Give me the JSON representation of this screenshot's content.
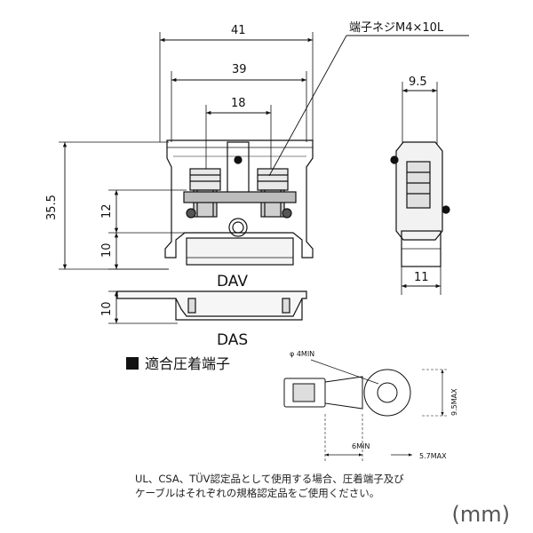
{
  "dimensions": {
    "width_outer": "41",
    "width_inner": "39",
    "pitch": "18",
    "height_total": "35.5",
    "height_12": "12",
    "height_10": "10",
    "side_width_top": "9.5",
    "side_width_bottom": "11",
    "rail_height": "10"
  },
  "labels": {
    "screw": "端子ネジM4×10L",
    "rail_dav": "DAV",
    "rail_das": "DAS"
  },
  "terminal": {
    "heading": "適合圧着端子",
    "phi": "φ 4MIN",
    "max_height": "9.5MAX",
    "min_length": "6MIN",
    "max_width": "5.7MAX"
  },
  "note": {
    "line1": "UL、CSA、TÜV認定品として使用する場合、圧着端子及び",
    "line2": "ケーブルはそれぞれの規格認定品をご使用ください。"
  },
  "unit": "(mm)"
}
